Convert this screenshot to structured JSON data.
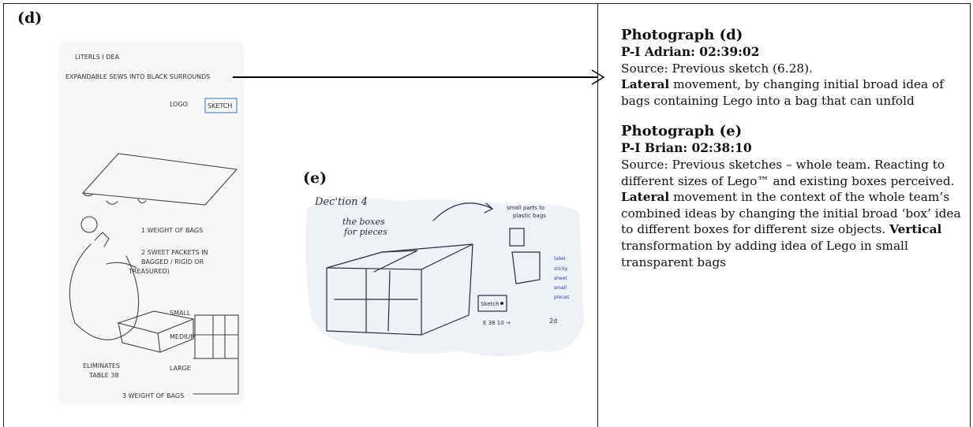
{
  "labels": {
    "d": "(d)",
    "e": "(e)"
  },
  "sketch_d": {
    "lines": [
      "LITERLS I DEA",
      "EXPANDABLE SEWS INTO BLACK SURROUNDS",
      "LOGO",
      "SKETCH",
      "1 WEIGHT OF BAGS",
      "2 SWEET PACKETS IN",
      "BAGGED / RIGID OR",
      "TREASURED)",
      "SMALL",
      "MEDIUM",
      "LARGE",
      "ELIMINATES",
      "TABLE 38",
      "3 WEIGHT OF BAGS"
    ]
  },
  "sketch_e": {
    "lines": [
      "Dec'tion 4",
      "the boxes",
      "for pieces",
      "small parts to",
      "plastic bags",
      "Sketch",
      "label",
      "sticky",
      "sheet",
      "small",
      "pieces",
      "2d",
      "E 38 10 →"
    ]
  },
  "photo_d": {
    "title": "Photograph (d)",
    "subtitle": "P-I Adrian: 02:39:02",
    "source": "Source: Previous sketch (6.28).",
    "movement_bold": "Lateral",
    "movement_rest": " movement, by changing initial broad idea of bags containing Lego into a bag that can unfold"
  },
  "photo_e": {
    "title": "Photograph (e)",
    "subtitle": "P-I Brian: 02:38:10",
    "source": "Source: Previous sketches – whole team. Reacting to different sizes of Lego™ and existing boxes perceived.",
    "lateral_bold": "Lateral",
    "lateral_rest": " movement in the context of the whole team’s combined ideas by changing the initial broad ‘box’ idea to different boxes for different size objects. ",
    "vertical_bold": "Vertical",
    "vertical_rest": " transformation by adding idea of Lego in small transparent bags"
  }
}
